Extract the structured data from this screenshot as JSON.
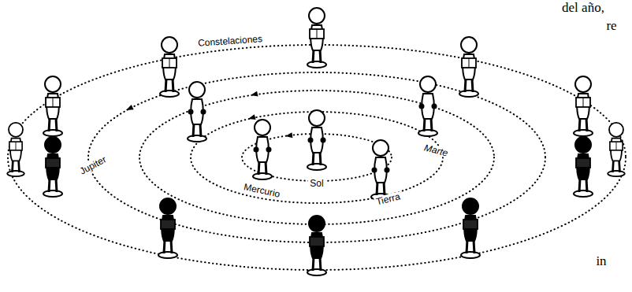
{
  "diagram": {
    "labels": [
      "del año,",
      "re",
      "Constelaciones",
      "Jupiter",
      "Marte",
      "Mercurio",
      "Sol",
      "Tierra",
      "in"
    ]
  }
}
